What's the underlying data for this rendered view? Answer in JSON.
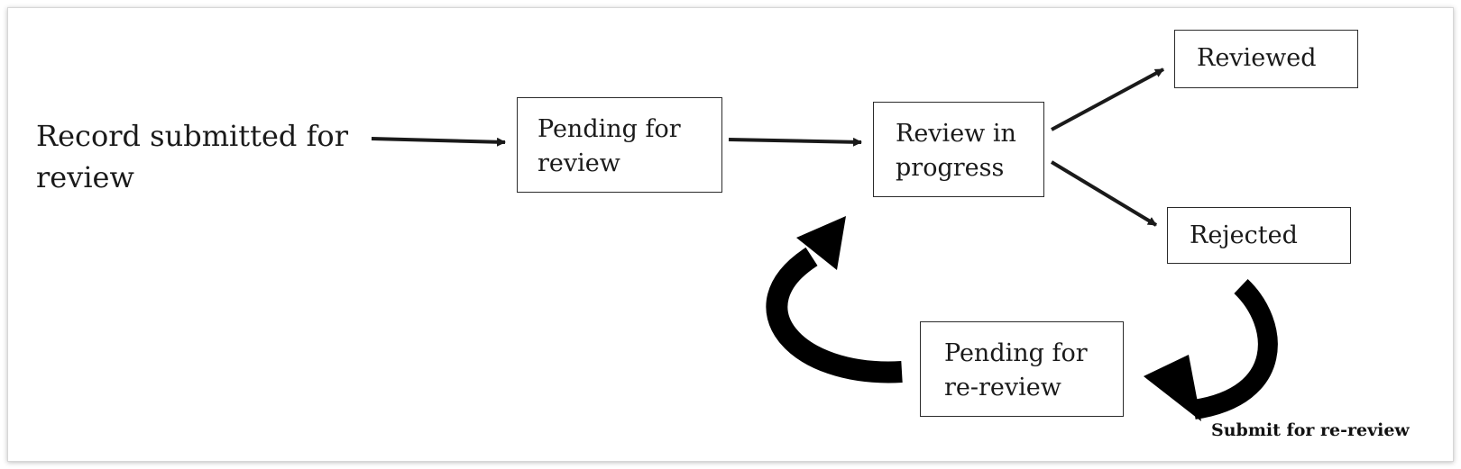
{
  "diagram": {
    "start": {
      "line1": "Record submitted for",
      "line2": "review"
    },
    "states": {
      "pending": {
        "line1": "Pending for",
        "line2": "review"
      },
      "in_progress": {
        "line1": "Review in",
        "line2": "progress"
      },
      "reviewed": {
        "label": "Reviewed"
      },
      "rejected": {
        "label": "Rejected"
      },
      "pending_rereview": {
        "line1": "Pending for",
        "line2": "re-review"
      }
    },
    "annotation": "Submit for re-review",
    "colors": {
      "stroke": "#1a1a1a",
      "background": "#ffffff",
      "border": "#2b2b2b"
    }
  }
}
